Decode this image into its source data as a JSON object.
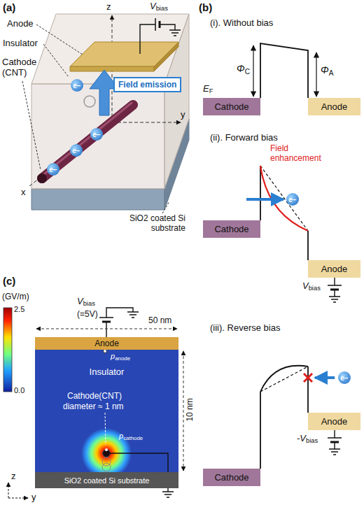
{
  "diagram": {
    "nodes": [
      {
        "text": [
          "Field emission"
        ]
      },
      {
        "text": [
          "e−"
        ]
      },
      {
        "text": [
          "e−"
        ]
      },
      {
        "text": [
          "e−"
        ]
      },
      {
        "text": [
          "e−"
        ]
      },
      {
        "text": [
          "Cathode"
        ]
      },
      {
        "text": [
          "Anode"
        ]
      },
      {
        "text": [
          "Cathode"
        ]
      },
      {
        "text": [
          "e−"
        ]
      },
      {
        "text": [
          "Anode"
        ]
      },
      {
        "text": [
          "e−"
        ]
      },
      {
        "text": [
          "Anode"
        ]
      },
      {
        "text": [
          "Cathode"
        ]
      },
      {
        "text": [
          "Anode"
        ]
      },
      {
        "text": [
          "Insulator"
        ]
      },
      {
        "text": [
          "SiO2 coated Si substrate"
        ]
      }
    ],
    "labels": [
      "(a)",
      "Anode",
      "Insulator",
      "Cathode (CNT)",
      "Vbias",
      "z",
      "y",
      "x",
      "SiO2 coated Si substrate",
      "(b)",
      "(i). Without bias",
      "ΦC",
      "ΦA",
      "EF",
      "(ii). Forward bias",
      "Field enhancement",
      "Vbias",
      "(iii). Reverse bias",
      "-Vbias",
      "(c)",
      "Vbias",
      "(=5V)",
      "50 nm",
      "(GV/m)",
      "2.5",
      "0.0",
      "panode",
      "Cathode(CNT)",
      "diameter ≈ 1 nm",
      "pcathode",
      "10 nm",
      "z",
      "y"
    ]
  }
}
